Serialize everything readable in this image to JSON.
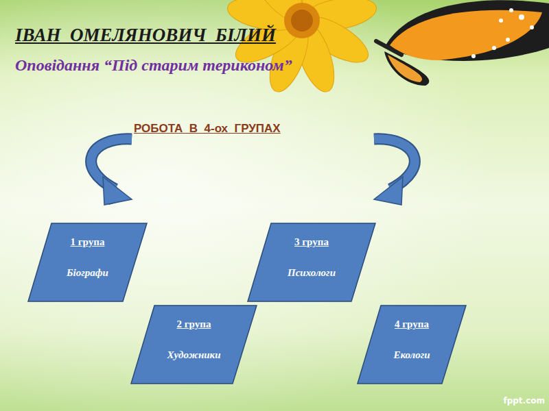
{
  "diagram": {
    "title": "ІВАН  ОМЕЛЯНОВИЧ  БІЛИЙ",
    "nodes": [
      {
        "text": [
          "1 група",
          "Біографи"
        ]
      },
      {
        "text": [
          "3 група",
          "Психологи"
        ]
      },
      {
        "text": [
          "2 група",
          "Художники"
        ]
      },
      {
        "text": [
          "4 група",
          "Екологи"
        ]
      }
    ],
    "labels": [
      "Оповідання “Під старим териконом”",
      "РОБОТА  В  4-ох  ГРУПАХ",
      "fppt.com"
    ]
  }
}
